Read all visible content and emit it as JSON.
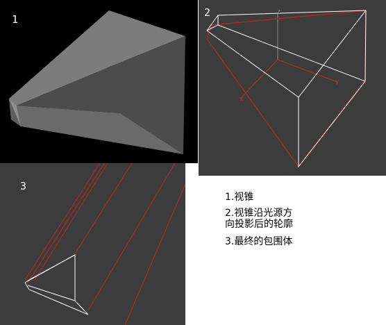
{
  "panels": {
    "p1": {
      "number": "1"
    },
    "p2": {
      "number": "2",
      "axes": {
        "x": "x",
        "y": "y",
        "z": "z"
      }
    },
    "p3": {
      "number": "3"
    }
  },
  "legend": {
    "item1": "1.视锥",
    "item2_line1": "2.视锥沿光源方",
    "item2_line2": "向投影后的轮廓",
    "item3": "3.最终的包围体"
  },
  "colors": {
    "panel1_background": "#000000",
    "panel_background": "#3c3c3c",
    "outline_red": "#a52a2a",
    "frustum_white": "#ffffff"
  }
}
